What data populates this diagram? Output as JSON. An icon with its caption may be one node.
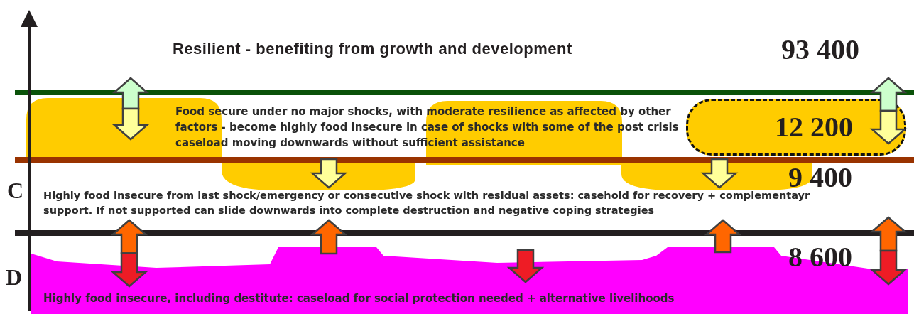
{
  "diagram": {
    "nodes": [
      {
        "text": [
          "12 200"
        ]
      },
      {
        "text": [
          "Highly food insecure, including destitute: caseload for social protection needed + alternative livelihoods"
        ]
      }
    ],
    "labels": [
      "Resilient - benefiting from growth and development",
      "93 400",
      "Food secure under no major shocks, with moderate resilience as affected by other factors - become highly food insecure in case of shocks with some of the post crisis caseload moving downwards without sufficient assistance",
      "9 400",
      "C",
      "Highly food insecure from last shock/emergency or consecutive shock with residual assets: casehold for recovery + complementayr support. If not supported can slide downwards into complete destruction and negative coping strategies",
      "8 600",
      "D"
    ]
  }
}
